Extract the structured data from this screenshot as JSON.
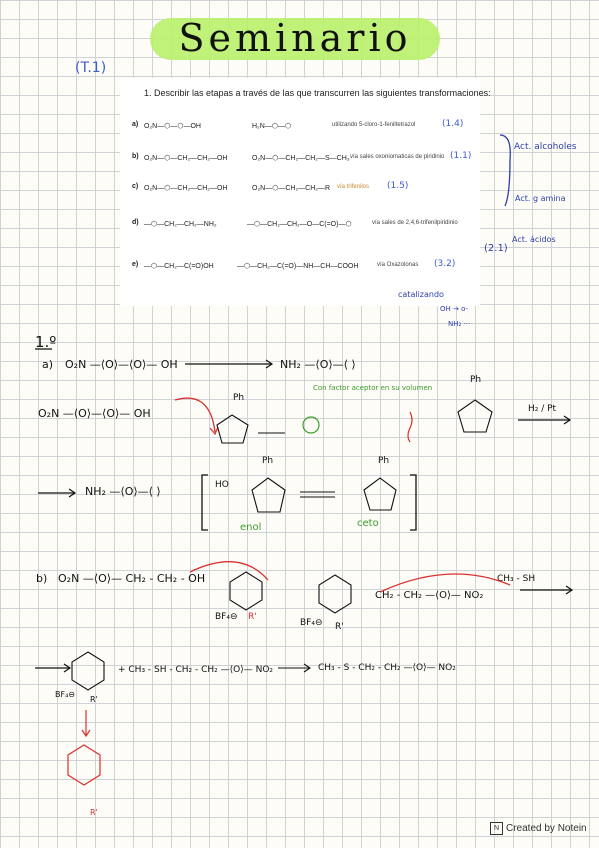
{
  "title": "Seminario 150",
  "topic_tag": "(T.1)",
  "question": {
    "text": "1.  Describir las etapas a través de las que transcurren las siguientes transformaciones:",
    "rows": [
      {
        "label": "a)",
        "left": "O₂N—⬡—⬡—OH",
        "right": "H₂N—⬡—⬡",
        "desc": "utilizando 5-cloro-1-feniltetrazol",
        "ref": "(1.4)"
      },
      {
        "label": "b)",
        "left": "O₂N—⬡—CH₂—CH₂—OH",
        "right": "O₂N—⬡—CH₂—CH₂—S—CH₃",
        "desc": "vía sales oxoniomaticas de piridinio",
        "ref": "(1.1)"
      },
      {
        "label": "c)",
        "left": "O₂N—⬡—CH₂—CH₂—OH",
        "right": "O₂N—⬡—CH₂—CH₂—R",
        "desc": "vía trifenilos",
        "ref": "(1.5)"
      },
      {
        "label": "d)",
        "left": "—⬡—CH₂—CH₂—NH₂",
        "right": "—⬡—CH₂—CH₂—O—C(=O)—⬡",
        "desc": "vía sales de 2,4,6-trifenilpiridinio",
        "ref": "(2.1)"
      },
      {
        "label": "e)",
        "left": "—⬡—CH₂—C(=O)OH",
        "right": "—⬡—CH₂—C(=O)—NH—CH—COOH",
        "desc": "vía Oxazolonas",
        "ref": "(3.2)"
      }
    ]
  },
  "side_notes": {
    "alcoholes": "Act. alcoholes",
    "aminas": "Act. g amina",
    "acidos": "Act. ácidos",
    "catalisis": "catalizando",
    "oh_note": "OH → o-",
    "nh2_note": "NH₂ ···"
  },
  "part_heading": "1.º",
  "part_a": {
    "label": "a)",
    "eq1_left": "O₂N —⟨O⟩—⟨O⟩— OH",
    "eq1_right": "NH₂ —⟨O⟩—⟨ ⟩",
    "annotation": "Con factor aceptor en su volumen",
    "h2_catalyst": "H₂ / Pt",
    "enol_label": "enol",
    "ceto_label": "ceto",
    "ho_label": "HO",
    "ph_label": "Ph"
  },
  "part_b": {
    "label": "b)",
    "eq_left": "O₂N —⟨O⟩— CH₂ - CH₂ - OH",
    "bf4": "BF₄⊖",
    "r_prime": "R'",
    "reagent": "CH₃ - SH",
    "chain": "CH₂ - CH₂ —⟨O⟩— NO₂",
    "product": "CH₃ - S - CH₂ - CH₂ —⟨O⟩— NO₂",
    "mid_reagent": "+ CH₃ - SH - CH₂ - CH₂ —⟨O⟩— NO₂"
  },
  "footer": {
    "logo": "N",
    "text": "Created by Notein"
  },
  "colors": {
    "highlight": "#b9f06a",
    "blue_ink": "#3d5bd6",
    "red_ink": "#d93030",
    "green_ink": "#3c9d2c"
  }
}
